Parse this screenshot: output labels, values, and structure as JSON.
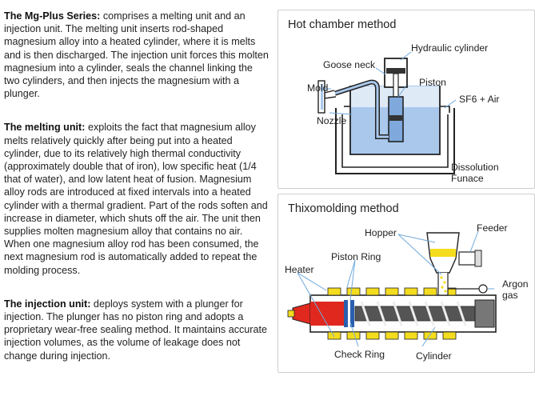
{
  "paragraphs": [
    {
      "title": "The Mg-Plus Series:",
      "body": " comprises a melting unit and an injection unit. The melting unit inserts rod-shaped magnesium alloy into a heated cylinder, where it is melts and is then discharged. The injection unit forces this molten magnesium into a cylinder, seals the channel linking the two cylinders, and then injects the magnesium with a plunger."
    },
    {
      "title": "The melting unit:",
      "body": " exploits the fact that magnesium alloy melts relatively quickly after being put into a heated cylinder, due to its relatively high thermal conductivity (approximately double that of iron), low specific heat (1/4 that of water), and low latent heat of fusion. Magnesium alloy rods are introduced at fixed intervals into a heated cylinder with a thermal gradient. Part of the rods soften and increase in diameter, which shuts off the air. The unit then supplies molten magnesium alloy that contains no air. When one magnesium alloy rod has been consumed, the next magnesium rod is automatically added to repeat the molding process."
    },
    {
      "title": "The injection unit:",
      "body": " deploys system with a plunger for injection. The plunger has no piston ring and adopts a proprietary wear-free sealing method. It maintains accurate injection volumes, as the volume of leakage does not change during injection."
    }
  ],
  "hot_chamber": {
    "title": "Hot chamber method",
    "labels": {
      "hydraulic_cylinder": "Hydraulic cylinder",
      "goose_neck": "Goose neck",
      "mold": "Mold",
      "piston": "Piston",
      "nozzle": "Nozzle",
      "sf6_air": "SF6 + Air",
      "dissolution_1": "Dissolution",
      "dissolution_2": "Funace"
    }
  },
  "thixomolding": {
    "title": "Thixomolding method",
    "labels": {
      "hopper": "Hopper",
      "feeder": "Feeder",
      "piston_ring": "Piston Ring",
      "heater": "Heater",
      "argon_1": "Argon",
      "argon_2": "gas",
      "check_ring": "Check Ring",
      "cylinder": "Cylinder"
    }
  },
  "colors": {
    "melt_blue": "#a9c8ec",
    "heater_yellow": "#f4dc1e",
    "nozzle_red": "#e0281e",
    "leader_line": "#6fa8dc"
  }
}
